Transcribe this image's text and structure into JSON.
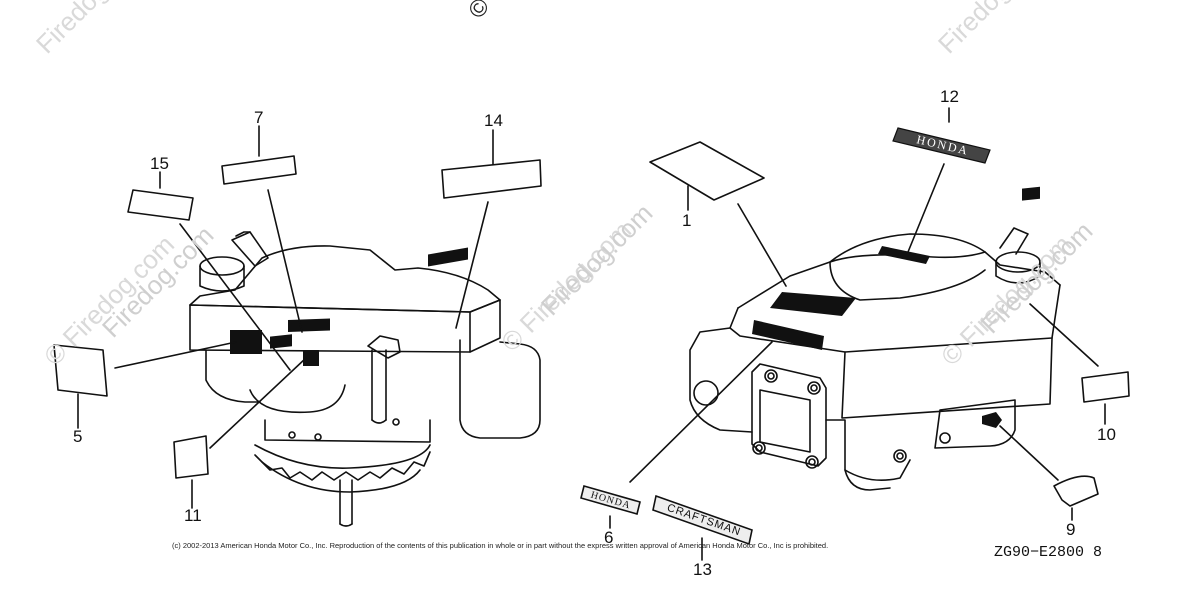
{
  "watermark": {
    "text": "© Firedog.com",
    "top_partial": "© Fire",
    "mid_left": "Firedog.com",
    "mid_center": "Firedog.com",
    "mid_right": "Firedog.com"
  },
  "callouts": {
    "c1": "1",
    "c5": "5",
    "c6": "6",
    "c7": "7",
    "c9": "9",
    "c10": "10",
    "c11": "11",
    "c12": "12",
    "c13": "13",
    "c14": "14",
    "c15": "15"
  },
  "decals": {
    "honda_top": "HONDA",
    "honda_side": "HONDA",
    "craftsman": "CRAFTSMAN"
  },
  "footer": {
    "copyright": "(c) 2002-2013 American Honda Motor Co., Inc. Reproduction of the contents of this publication in whole or in part without the express written approval of American Honda Motor Co., Inc is prohibited.",
    "diagram_code": "ZG90−E2800 8"
  }
}
